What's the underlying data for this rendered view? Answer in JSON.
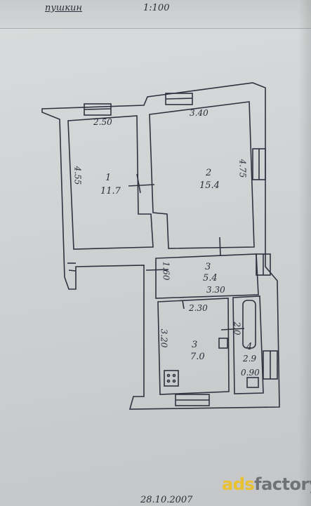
{
  "header": {
    "street": "пушкин",
    "scale": "1:100"
  },
  "rooms": [
    {
      "number": "1",
      "area": "11.7"
    },
    {
      "number": "2",
      "area": "15.4"
    },
    {
      "number": "3",
      "area": "5.4"
    },
    {
      "number": "3",
      "area": "7.0"
    },
    {
      "number": "4",
      "area": "2.9"
    }
  ],
  "dimensions": {
    "room1_width": "2.50",
    "room1_length": "4.55",
    "room2_width": "3.40",
    "room2_length": "4.75",
    "hall_height": "1.60",
    "hall_width": "3.30",
    "kitchen_width": "2.30",
    "kitchen_length": "3.20",
    "bath_length": "2.0",
    "bath_width": "0.90"
  },
  "footer": {
    "date": "28.10.2007"
  },
  "watermark": {
    "part1": "ads",
    "part2": "factory"
  }
}
